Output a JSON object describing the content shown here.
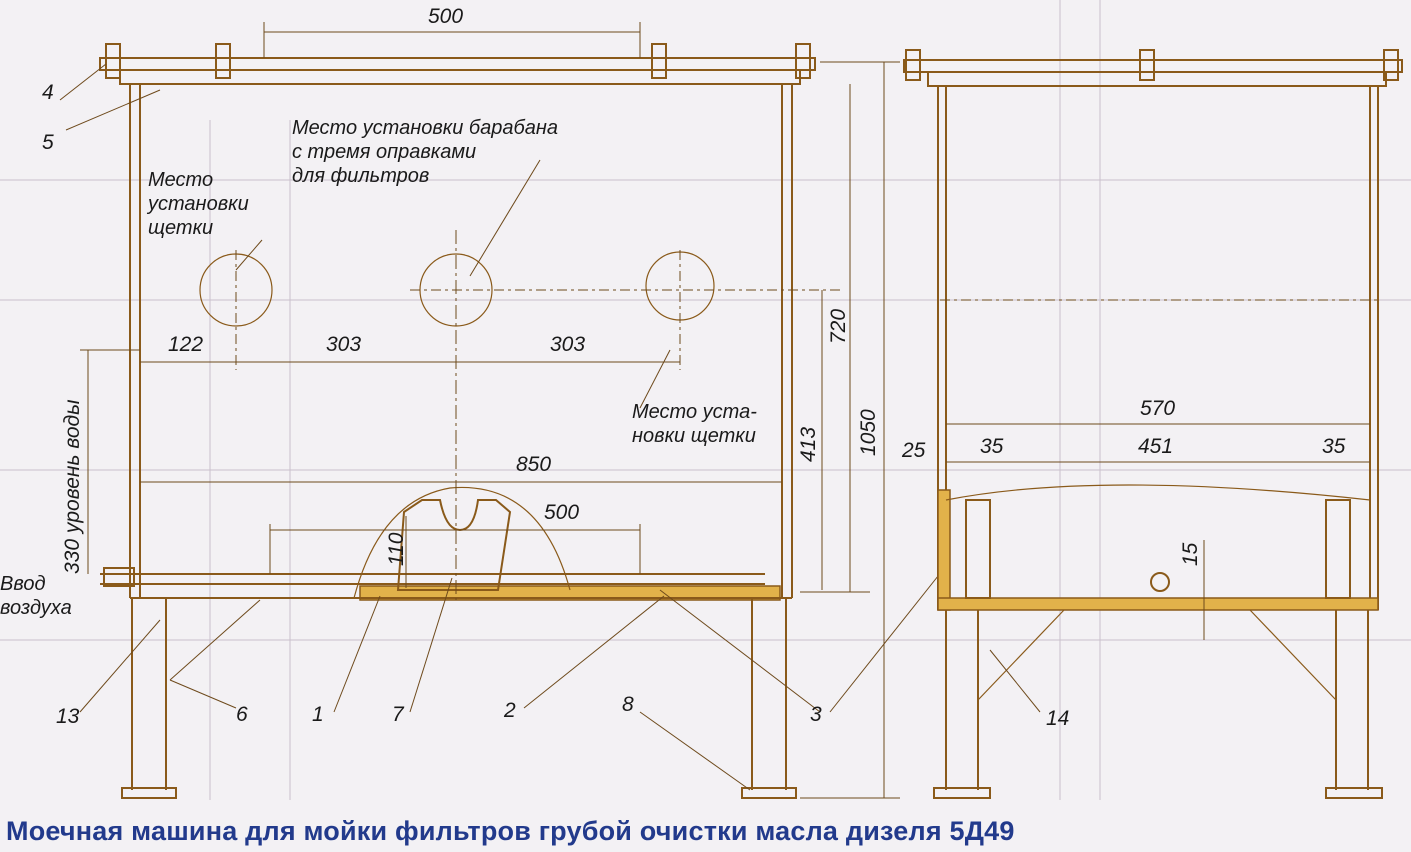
{
  "caption": "Моечная машина для мойки фильтров грубой очистки масла дизеля 5Д49",
  "dimensions": {
    "d500_top": "500",
    "d122": "122",
    "d303_left": "303",
    "d303_right": "303",
    "d850": "850",
    "d500_bottom": "500",
    "d110": "110",
    "d720": "720",
    "d413": "413",
    "d1050": "1050",
    "d330": "330 уровень воды",
    "d570": "570",
    "d25": "25",
    "d35_left": "35",
    "d451": "451",
    "d35_right": "35",
    "d15": "15"
  },
  "notes": {
    "drum_line1": "Место установки барабана",
    "drum_line2": "с тремя оправками",
    "drum_line3": "для фильтров",
    "brush_left_line1": "Место",
    "brush_left_line2": "установки",
    "brush_left_line3": "щетки",
    "brush_right_line1": "Место уста-",
    "brush_right_line2": "новки щетки",
    "air_line1": "Ввод",
    "air_line2": "воздуха"
  },
  "callouts": {
    "c4": "4",
    "c5": "5",
    "c13": "13",
    "c6": "6",
    "c1": "1",
    "c7": "7",
    "c2": "2",
    "c8": "8",
    "c3": "3",
    "c14": "14"
  },
  "colors": {
    "outline": "#8a5a1a",
    "wall_fill": "#e2b24a",
    "caption": "#223a8c",
    "paper": "#f3f1f4"
  }
}
